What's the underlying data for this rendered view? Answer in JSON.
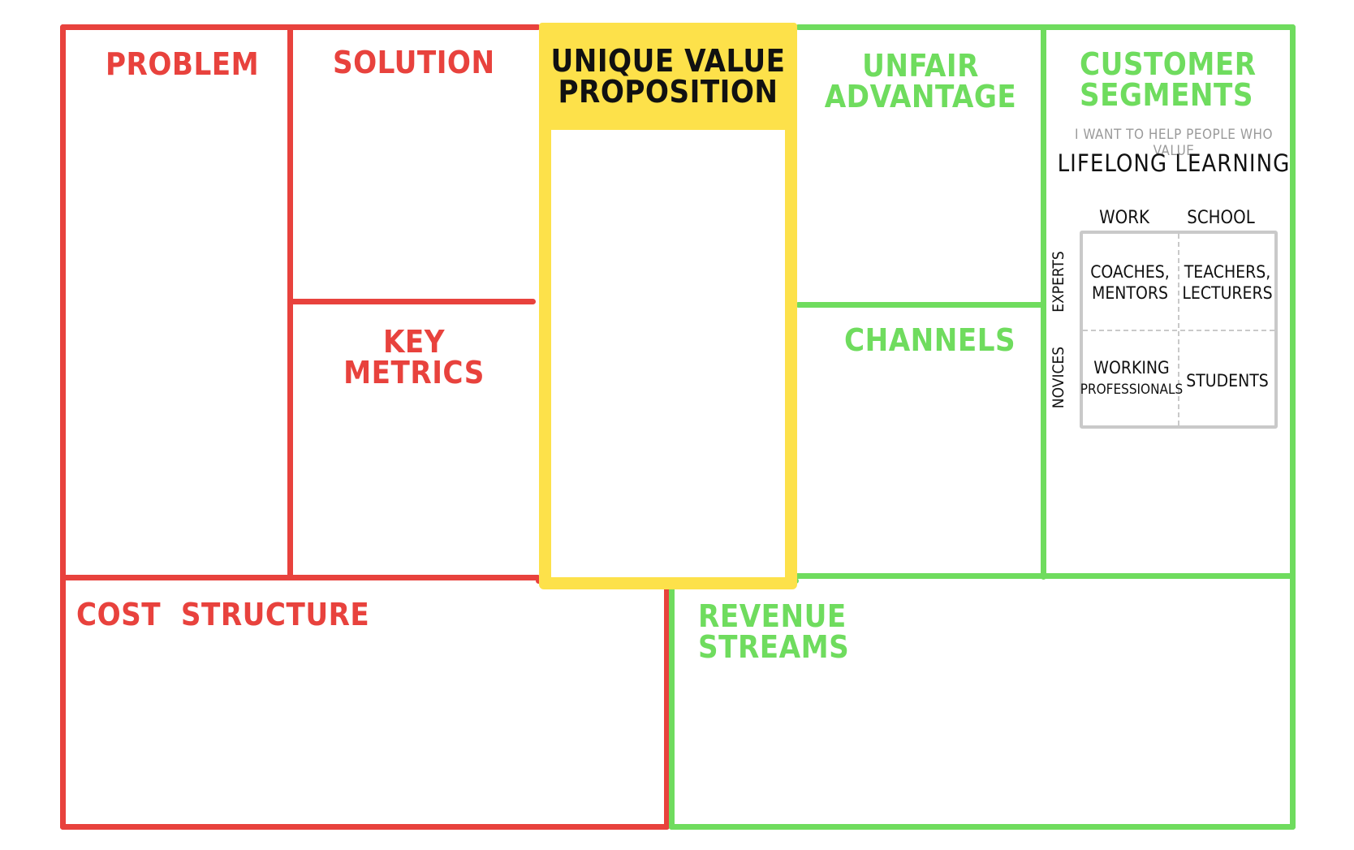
{
  "colors": {
    "red": "#e8423d",
    "green": "#6fdc5e",
    "yellow": "#fde14a",
    "grid_gray": "#c9c9c9"
  },
  "sections": {
    "problem": "PROBLEM",
    "solution": "SOLUTION",
    "key_metrics": "KEY METRICS",
    "unique_value_proposition": "UNIQUE VALUE PROPOSITION",
    "unfair_advantage": "UNFAIR ADVANTAGE",
    "channels": "CHANNELS",
    "customer_segments": "CUSTOMER SEGMENTS",
    "cost_structure": "COST  STRUCTURE",
    "revenue_streams": "REVENUE STREAMS"
  },
  "customer_segments": {
    "intro": "I WANT TO HELP PEOPLE WHO VALUE",
    "value": "LIFELONG LEARNING",
    "columns": [
      "WORK",
      "SCHOOL"
    ],
    "rows": [
      "EXPERTS",
      "NOVICES"
    ],
    "cells": {
      "experts_work": "COACHES, MENTORS",
      "experts_school": "TEACHERS, LECTURERS",
      "novices_work_line1": "WORKING",
      "novices_work_line2": "PROFESSIONALS",
      "novices_school": "STUDENTS"
    }
  }
}
